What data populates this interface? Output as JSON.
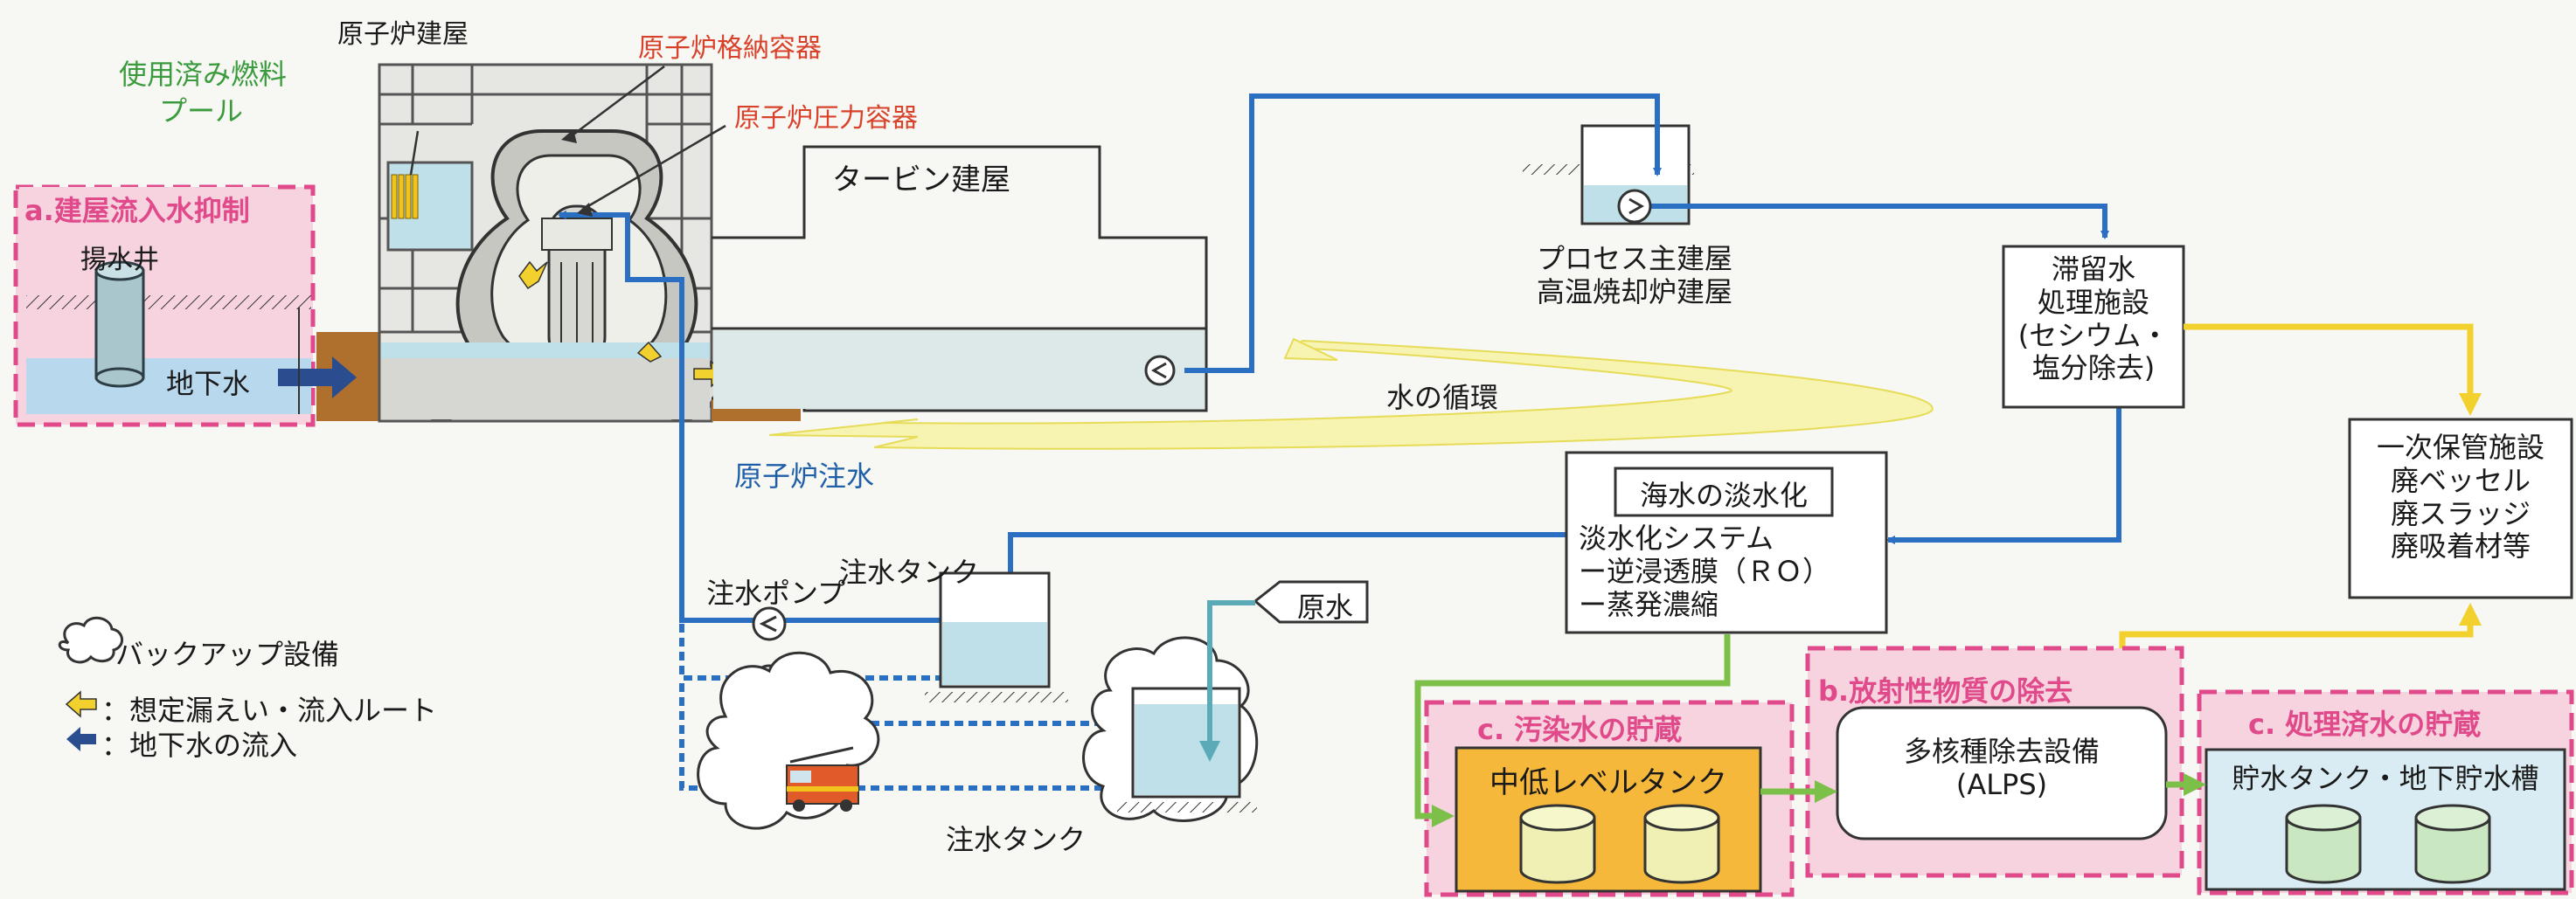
{
  "labels": {
    "reactor_building": "原子炉建屋",
    "containment_vessel": "原子炉格納容器",
    "pressure_vessel": "原子炉圧力容器",
    "spent_fuel_pool_1": "使用済み燃料",
    "spent_fuel_pool_2": "プール",
    "turbine_building": "タービン建屋",
    "water_circulation": "水の循環",
    "reactor_injection": "原子炉注水",
    "groundwater": "地下水",
    "pumping_well": "揚水井",
    "process_building_1": "プロセス主建屋",
    "process_building_2": "高温焼却炉建屋",
    "injection_tank_upper": "注水タンク",
    "injection_pump": "注水ポンプ",
    "injection_tank_lower": "注水タンク",
    "raw_water": "原水"
  },
  "sections": {
    "a": "a.建屋流入水抑制",
    "b": "b.放射性物質の除去",
    "c_contaminated": "c. 汚染水の貯蔵",
    "c_treated": "c. 処理済水の貯蔵"
  },
  "boxes": {
    "retained_water": [
      "滞留水",
      "処理施設",
      "(セシウム・",
      "塩分除去)"
    ],
    "desalination_title": "海水の淡水化",
    "desalination_lines": [
      "淡水化システム",
      "ー逆浸透膜（ＲＯ）",
      "ー蒸発濃縮"
    ],
    "primary_storage": [
      "一次保管施設",
      "廃ベッセル",
      "廃スラッジ",
      "廃吸着材等"
    ],
    "low_level_tank": "中低レベルタンク",
    "alps": [
      "多核種除去設備",
      "(ALPS)"
    ],
    "storage_tank": "貯水タンク・地下貯水槽"
  },
  "legend": {
    "backup": "バックアップ設備",
    "leak_route": "：想定漏えい・流入ルート",
    "groundwater_inflow": "：地下水の流入"
  },
  "colors": {
    "blue_pipe": "#2a6fc2",
    "yellow_pipe": "#f2d12e",
    "green_pipe": "#7cc04a",
    "teal_pipe": "#5aaab8",
    "pink_zone": "#f6d3de",
    "pink_border": "#e04a8a",
    "orange_tank": "#f5b83a",
    "water": "#bfe0e8"
  }
}
